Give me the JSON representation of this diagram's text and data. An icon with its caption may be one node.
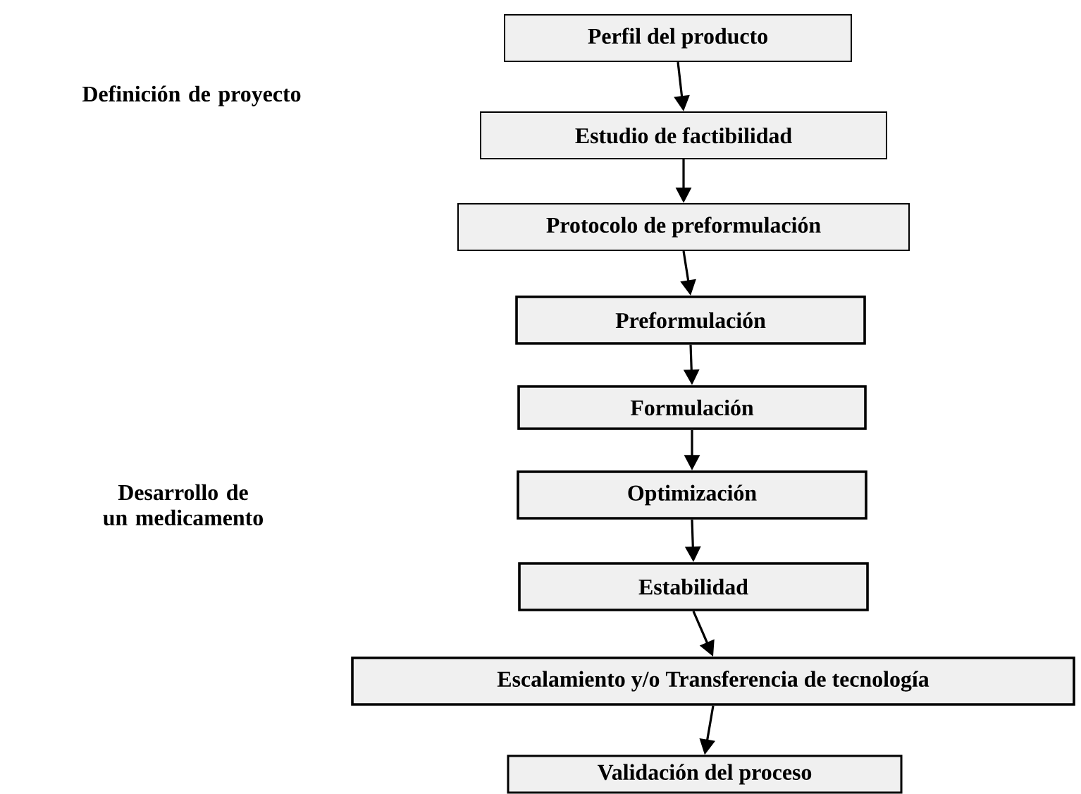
{
  "diagram": {
    "nodes": [
      {
        "text": [
          "Perfil del producto"
        ]
      },
      {
        "text": [
          "Estudio de factibilidad"
        ]
      },
      {
        "text": [
          "Protocolo de preformulación"
        ]
      },
      {
        "text": [
          "Preformulación"
        ]
      },
      {
        "text": [
          "Formulación"
        ]
      },
      {
        "text": [
          "Optimización"
        ]
      },
      {
        "text": [
          "Estabilidad"
        ]
      },
      {
        "text": [
          "Escalamiento y/o Transferencia de tecnología"
        ]
      },
      {
        "text": [
          "Validación del proceso"
        ]
      }
    ],
    "edges": [
      {
        "from": 0,
        "to": 1,
        "arrow": "to"
      },
      {
        "from": 1,
        "to": 2,
        "arrow": "to"
      },
      {
        "from": 2,
        "to": 3,
        "arrow": "to"
      },
      {
        "from": 3,
        "to": 4,
        "arrow": "to"
      },
      {
        "from": 4,
        "to": 5,
        "arrow": "to"
      },
      {
        "from": 5,
        "to": 6,
        "arrow": "to"
      },
      {
        "from": 6,
        "to": 7,
        "arrow": "to"
      },
      {
        "from": 7,
        "to": 8,
        "arrow": "to"
      }
    ],
    "labels": [
      "Definición de proyecto",
      "Desarrollo de un medicamento"
    ]
  }
}
